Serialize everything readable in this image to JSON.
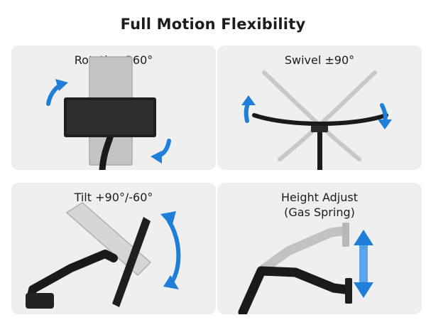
{
  "title": "Full Motion Flexibility",
  "panels": [
    {
      "label": "Rotation 360°"
    },
    {
      "label": "Swivel ±90°"
    },
    {
      "label": "Tilt +90°/-60°"
    },
    {
      "label_line1": "Height Adjust",
      "label_line2": "(Gas Spring)"
    }
  ],
  "colors": {
    "accent_arrow": "#1f7fd8",
    "panel_bg": "#efefef",
    "monitor": "#1a1a1a",
    "ghost": "#bdbdbd"
  }
}
